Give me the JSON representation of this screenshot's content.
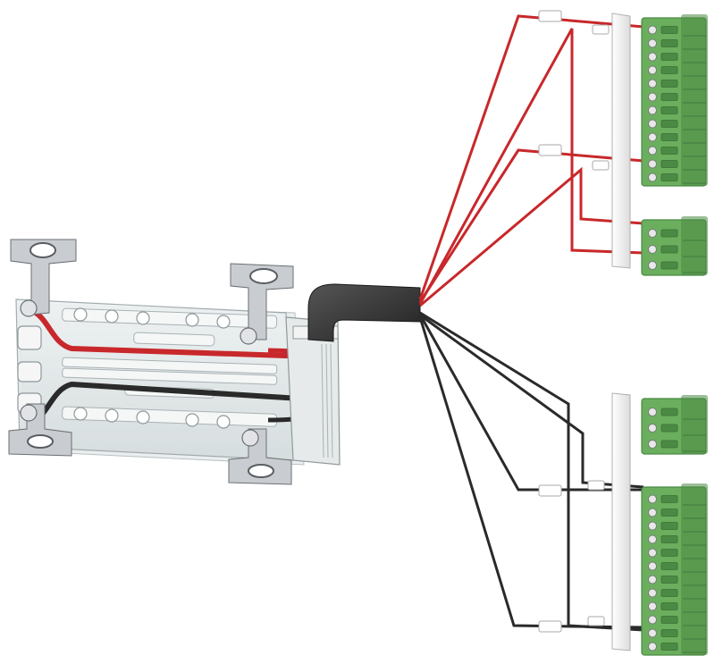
{
  "figure": {
    "description_text": "",
    "colors": {
      "background": "#ffffff",
      "wire_red": "#c8282b",
      "wire_black": "#2a2a2a",
      "cable_sheath": "#3a3a3a",
      "terminal_green": "#6aae5e",
      "terminal_green_dark": "#4b8a44",
      "bracket_metal": "#c9ccd0",
      "bracket_dark": "#5a5e63",
      "acrylic_board": "#dfe5e6",
      "rail_white": "#f2f2f2"
    },
    "components": {
      "bus_module": "bus-bar-module",
      "cable": "bundled-cable",
      "terminal_blocks": [
        "terminal-block-large-top",
        "terminal-block-small-top",
        "terminal-block-small-bottom",
        "terminal-block-large-bottom"
      ]
    },
    "terminal_counts": {
      "large": 12,
      "small": 3
    }
  }
}
